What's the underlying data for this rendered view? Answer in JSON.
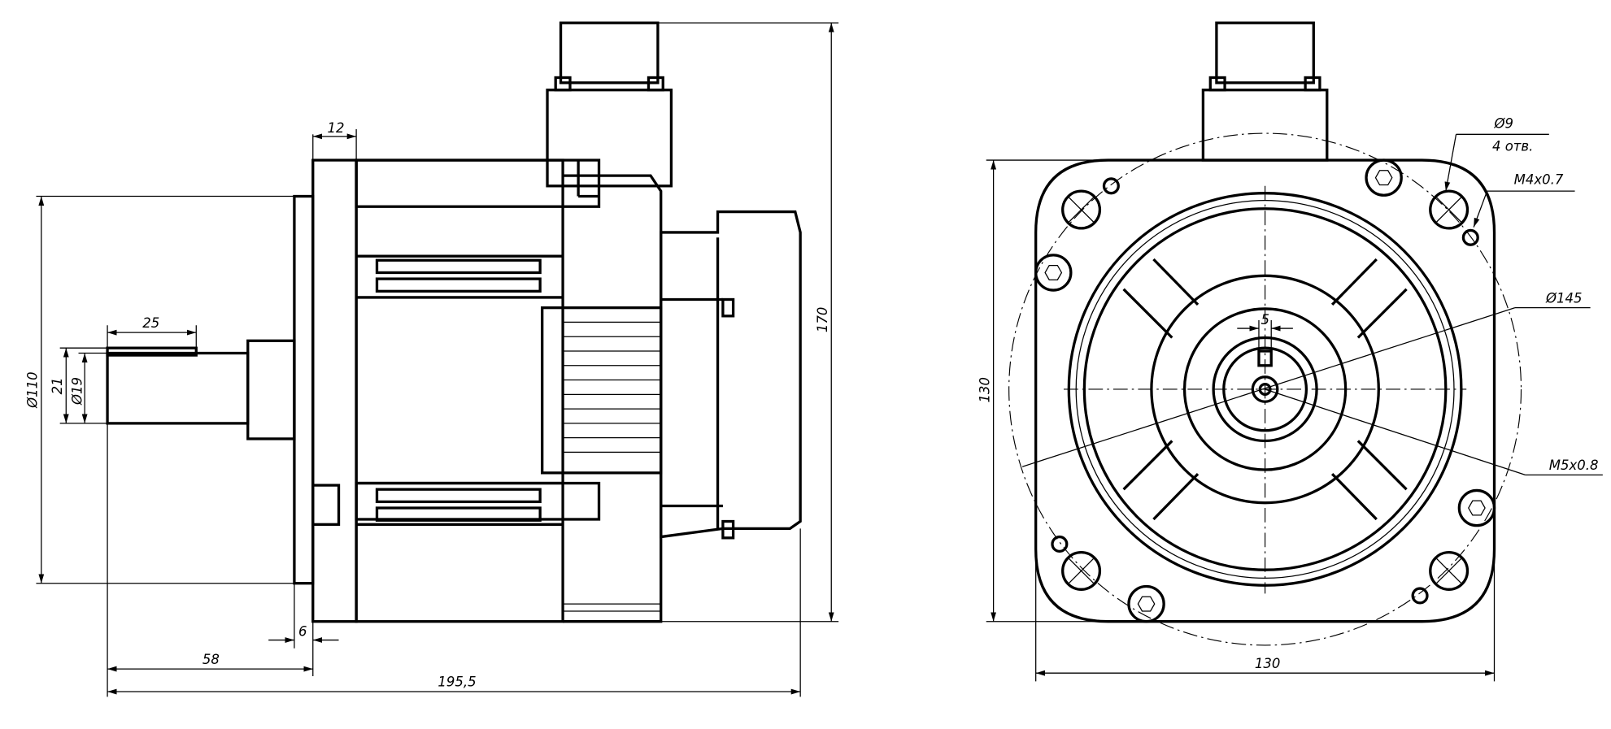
{
  "side_view": {
    "dims": {
      "flange_thickness": "12",
      "key_length": "25",
      "pilot_diameter": "Ø110",
      "key_height": "21",
      "shaft_diameter": "Ø19",
      "flange_gap": "6",
      "shaft_length": "58",
      "overall_length": "195,5",
      "overall_height": "170"
    }
  },
  "front_view": {
    "dims": {
      "mount_hole": "Ø9",
      "mount_hole_count": "4 отв.",
      "thread_small": "M4x0.7",
      "bolt_circle": "Ø145",
      "shaft_thread": "M5x0.8",
      "key_width": "5",
      "height": "130",
      "width": "130"
    }
  },
  "colors": {
    "line": "#000000",
    "background": "#ffffff"
  }
}
